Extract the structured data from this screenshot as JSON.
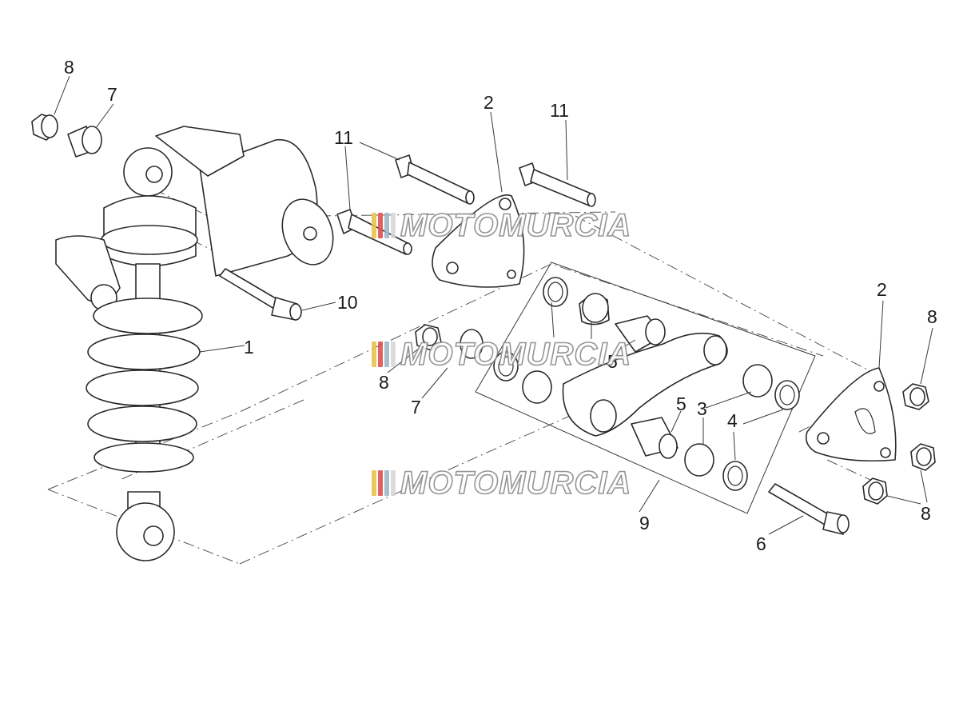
{
  "callouts": {
    "c1": "1",
    "c2a": "2",
    "c2b": "2",
    "c3": "3",
    "c4": "4",
    "c5a": "5",
    "c5b": "5",
    "c6": "6",
    "c7a": "7",
    "c7b": "7",
    "c8a": "8",
    "c8b": "8",
    "c8c": "8",
    "c8d": "8",
    "c9": "9",
    "c10": "10",
    "c11a": "11",
    "c11b": "11"
  },
  "watermark": {
    "text": "MOTOMURCIA",
    "stripe_colors": [
      "#e8c34a",
      "#e05050",
      "#9fb8c8",
      "#d8d8d8"
    ]
  },
  "colors": {
    "line": "#2b2b2b",
    "background": "#ffffff"
  }
}
